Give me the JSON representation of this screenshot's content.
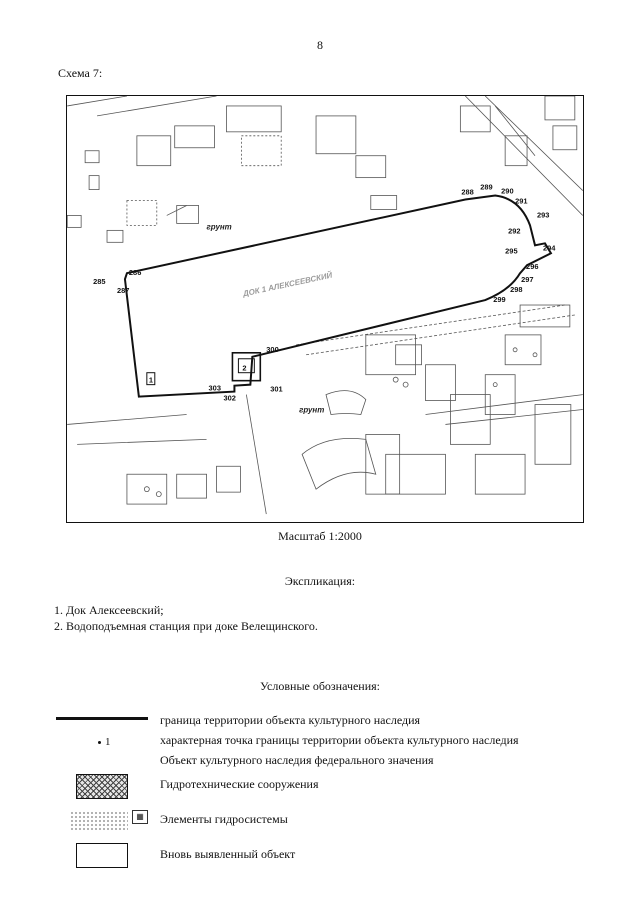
{
  "page_number": "8",
  "schema_title": "Схема 7:",
  "map": {
    "point_labels": [
      "285",
      "286",
      "287",
      "288",
      "289",
      "290",
      "291",
      "292",
      "293",
      "294",
      "295",
      "296",
      "297",
      "298",
      "299",
      "300",
      "301",
      "302",
      "303"
    ],
    "object_labels": [
      "1",
      "2"
    ],
    "street_labels": [
      "грунт",
      "грунт"
    ]
  },
  "scale_label": "Масштаб 1:2000",
  "explication": {
    "title": "Экспликация:",
    "items": [
      "1. Док Алексеевский;",
      "2. Водоподъемная станция при доке Велещинского."
    ]
  },
  "legend": {
    "title": "Условные обозначения:",
    "boundary": "граница территории объекта культурного наследия",
    "point_marker": "1",
    "point": "характерная точка границы территории объекта культурного наследия",
    "federal": "Объект культурного  наследия федерального значения",
    "hydro": "Гидротехнические сооружения",
    "elements": "Элементы гидросистемы",
    "new_object": "Вновь выявленный объект"
  }
}
